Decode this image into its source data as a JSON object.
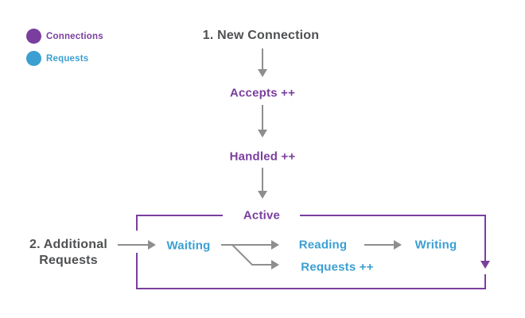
{
  "colors": {
    "background": "#ffffff",
    "connections": "#7a3f9e",
    "requests": "#3b9fd2",
    "arrow_gray": "#8e8e8e",
    "heading_text": "#4f5052"
  },
  "legend": {
    "items": [
      {
        "label": "Connections",
        "color": "#7a3f9e",
        "icon": "circle"
      },
      {
        "label": "Requests",
        "color": "#3b9fd2",
        "icon": "circle"
      }
    ]
  },
  "diagram": {
    "steps": {
      "new_connection": "1. New Connection",
      "accepts": "Accepts ++",
      "handled": "Handled ++",
      "active": "Active",
      "additional_requests": "2. Additional Requests",
      "waiting": "Waiting",
      "reading": "Reading",
      "writing": "Writing",
      "requests_increment": "Requests ++"
    }
  }
}
